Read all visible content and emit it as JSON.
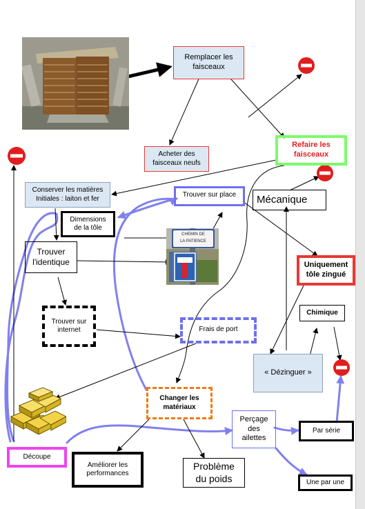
{
  "nodes": {
    "remplacer": "Remplacer les faisceaux",
    "acheter": "Acheter des faisceaux neufs",
    "refaire": "Refaire les faisceaux",
    "conserver": "Conserver les matières Initiales : laiton et fer",
    "trouver_place": "Trouver sur place",
    "dimensions": "Dimensions de la tôle",
    "mecanique": "Mécanique",
    "trouver_identique": "Trouver l'identique",
    "uniquement": "Uniquement tôle zingué",
    "chimique": "Chimique",
    "trouver_internet": "Trouver sur internet",
    "frais_port": "Frais de port",
    "dezinguer": "« Dézinguer »",
    "changer": "Changer les matériaux",
    "percage": "Perçage des ailettes",
    "par_serie": "Par série",
    "decoupe": "Découpe",
    "ameliorer": "Améliorer les performances",
    "probleme": "Problème du poids",
    "une_par_une": "Une par une"
  },
  "sign_text": {
    "line1": "CHEMIN DE",
    "line2": "LA PATIENCE"
  },
  "colors": {
    "light_box": "#dbe8f4",
    "red_border": "#e53935",
    "green_border": "#7cfc6a",
    "orange_dash": "#f07a12",
    "blue_dash": "#6f6ff0",
    "freehand_blue": "#8080f0",
    "magenta": "#ee44ee",
    "stop_red": "#e11d1d"
  }
}
